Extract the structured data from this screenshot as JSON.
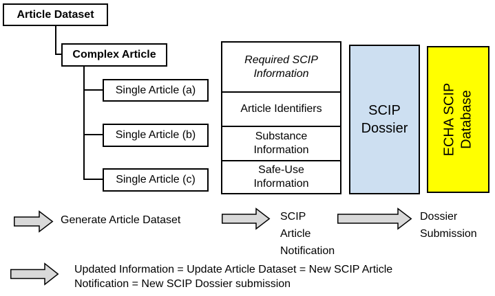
{
  "diagram": {
    "tree": {
      "root": "Article Dataset",
      "child": "Complex Article",
      "leaves": [
        "Single Article (a)",
        "Single Article (b)",
        "Single Article (c)"
      ]
    },
    "info_table": {
      "header": "Required SCIP\nInformation",
      "rows": [
        "Article Identifiers",
        "Substance\nInformation",
        "Safe-Use\nInformation"
      ]
    },
    "dossier": "SCIP\nDossier",
    "database": "ECHA SCIP\nDatabase",
    "flow_labels": {
      "generate": "Generate Article Dataset",
      "notify": "SCIP\nArticle\nNotification",
      "submit": "Dossier\nSubmission"
    },
    "update_note": "Updated Information = Update Article Dataset = New SCIP Article\nNotification = New SCIP Dossier submission"
  },
  "colors": {
    "background": "#ffffff",
    "border": "#000000",
    "dossier_fill": "#cddff1",
    "database_fill": "#ffff00",
    "arrow_fill": "#d9d9d9"
  }
}
